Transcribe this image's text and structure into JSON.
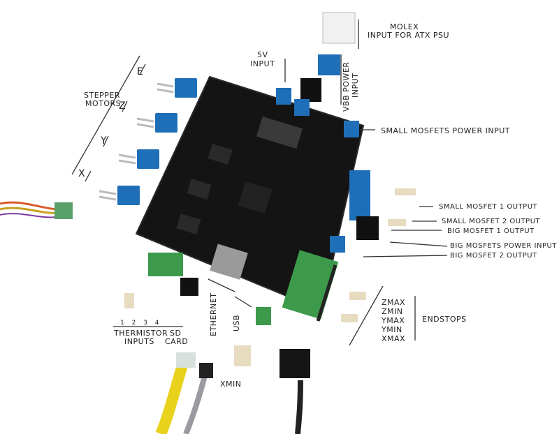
{
  "colors": {
    "pcb": "#141414",
    "terminal_blue": "#1f6fb8",
    "terminal_green": "#3c9a4a",
    "wire_yellow": "#e8d21c",
    "ink": "#222222"
  },
  "labels": {
    "molex": "MOLEX",
    "molex_sub": "INPUT FOR ATX PSU",
    "input_5v": "5V",
    "input_5v_sub": "INPUT",
    "vbb_power": "VBB POWER",
    "vbb_power_sub": "INPUT",
    "stepper": "STEPPER",
    "stepper_sub": "MOTORS",
    "axis_e": "E",
    "axis_z": "Z",
    "axis_y": "Y",
    "axis_x": "X",
    "small_mosfets_power": "SMALL MOSFETS POWER INPUT",
    "small_mosfet_1": "SMALL MOSFET 1 OUTPUT",
    "small_mosfet_2": "SMALL MOSFET 2 OUTPUT",
    "big_mosfet_1": "BIG MOSFET 1 OUTPUT",
    "big_mosfets_power": "BIG MOSFETS POWER INPUT",
    "big_mosfet_2": "BIG MOSFET 2 OUTPUT",
    "zmax": "ZMAX",
    "zmin": "ZMIN",
    "ymax": "YMAX",
    "ymin": "YMIN",
    "xmax": "XMAX",
    "endstops": "ENDSTOPS",
    "therm_nums": "1 2 3 4",
    "thermistor": "THERMISTOR",
    "thermistor_sub": "INPUTS",
    "sd": "SD",
    "sd_sub": "CARD",
    "ethernet": "ETHERNET",
    "usb": "USB",
    "xmin": "XMIN"
  }
}
